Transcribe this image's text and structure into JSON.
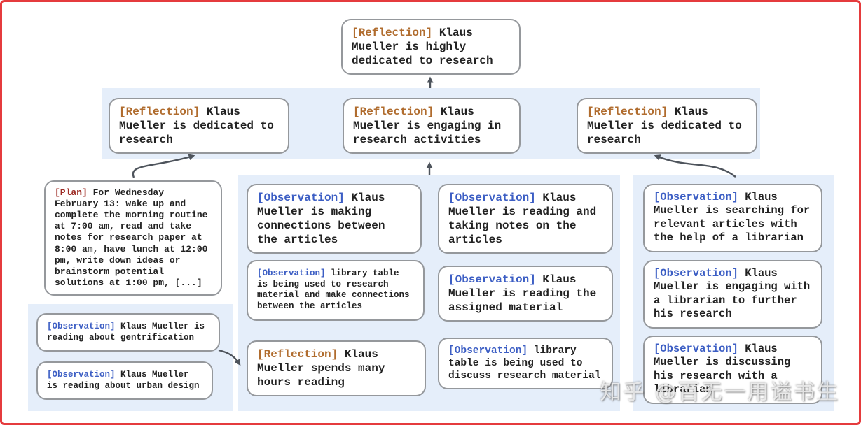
{
  "colors": {
    "frame_border": "#e53b3d",
    "band_background": "#e5eefa",
    "box_border": "#95989c",
    "reflection_tag": "#b06c2e",
    "observation_tag": "#3c5ec4",
    "plan_tag": "#9d2b24",
    "arrow": "#4e545c",
    "body_text": "#222222"
  },
  "watermark": {
    "text": "知乎 @百无一用谥书生"
  },
  "nodes": {
    "top_reflection": {
      "tag": "[Reflection]",
      "text": "Klaus Mueller is highly dedicated to research"
    },
    "r2_left_reflection": {
      "tag": "[Reflection]",
      "text": "Klaus Mueller is dedicated to research"
    },
    "r2_mid_reflection": {
      "tag": "[Reflection]",
      "text": "Klaus Mueller is engaging in research activities"
    },
    "r2_right_reflection": {
      "tag": "[Reflection]",
      "text": "Klaus Mueller is dedicated to research"
    },
    "plan": {
      "tag": "[Plan]",
      "text": "For Wednesday February 13: wake up and complete the morning routine at 7:00 am, read and take notes for research paper at 8:00 am, have lunch at 12:00 pm, write down ideas or brainstorm potential solutions at 1:00 pm, [...]"
    },
    "obs_gentrification": {
      "tag": "[Observation]",
      "text": "Klaus Mueller is reading about gentrification"
    },
    "obs_urban_design": {
      "tag": "[Observation]",
      "text": "Klaus Mueller is reading about urban design"
    },
    "obs_connections": {
      "tag": "[Observation]",
      "text": "Klaus Mueller is making connections between the articles"
    },
    "obs_library_research": {
      "tag": "[Observation]",
      "text": "library table is being used to research material and make connections between the articles"
    },
    "refl_hours_reading": {
      "tag": "[Reflection]",
      "text": "Klaus Mueller spends many hours reading"
    },
    "obs_taking_notes": {
      "tag": "[Observation]",
      "text": "Klaus Mueller is reading and taking notes on the articles"
    },
    "obs_assigned_material": {
      "tag": "[Observation]",
      "text": "Klaus Mueller is reading the assigned material"
    },
    "obs_library_discuss": {
      "tag": "[Observation]",
      "text": "library table is being used to discuss research material"
    },
    "obs_searching_articles": {
      "tag": "[Observation]",
      "text": "Klaus Mueller is searching for relevant articles with the help of a librarian"
    },
    "obs_engaging_librarian": {
      "tag": "[Observation]",
      "text": "Klaus Mueller is engaging with a librarian to further his research"
    },
    "obs_discussing_librarian": {
      "tag": "[Observation]",
      "text": "Klaus Mueller is discussing his research with a librarian"
    }
  }
}
